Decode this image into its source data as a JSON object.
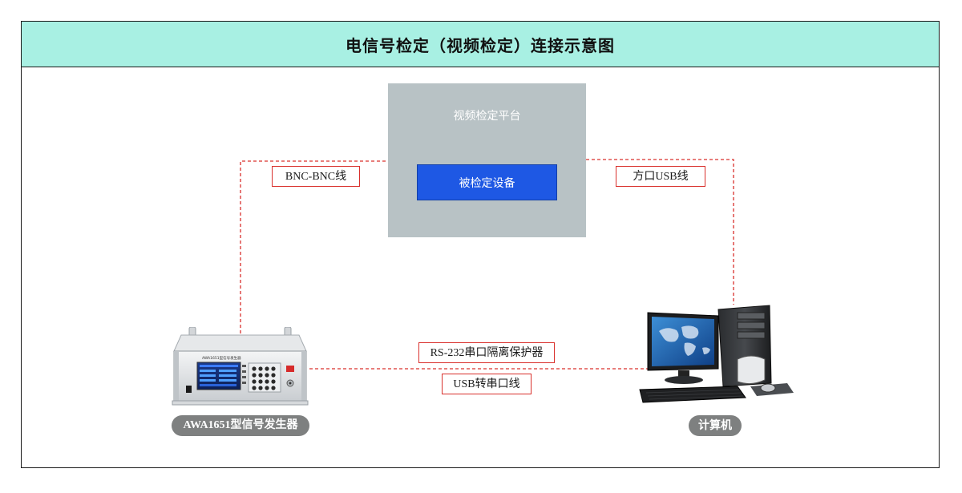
{
  "title": "电信号检定（视频检定）连接示意图",
  "platform": {
    "label": "视频检定平台",
    "dut_label": "被检定设备"
  },
  "cables": {
    "bnc": "BNC-BNC线",
    "usb_square": "方口USB线",
    "rs232": "RS-232串口隔离保护器",
    "usb_serial": "USB转串口线"
  },
  "devices": {
    "generator": {
      "caption": "AWA1651型信号发生器",
      "panel_text": "AWA1651型信号发生器"
    },
    "computer": {
      "caption": "计算机"
    }
  },
  "colors": {
    "title_bg": "#a8f0e3",
    "platform_bg": "#b8c2c5",
    "dut_bg": "#1e58e4",
    "wire": "#d9302c",
    "pill_bg": "#7e8080"
  },
  "icons": [
    "signal-generator-icon",
    "desktop-computer-icon"
  ]
}
